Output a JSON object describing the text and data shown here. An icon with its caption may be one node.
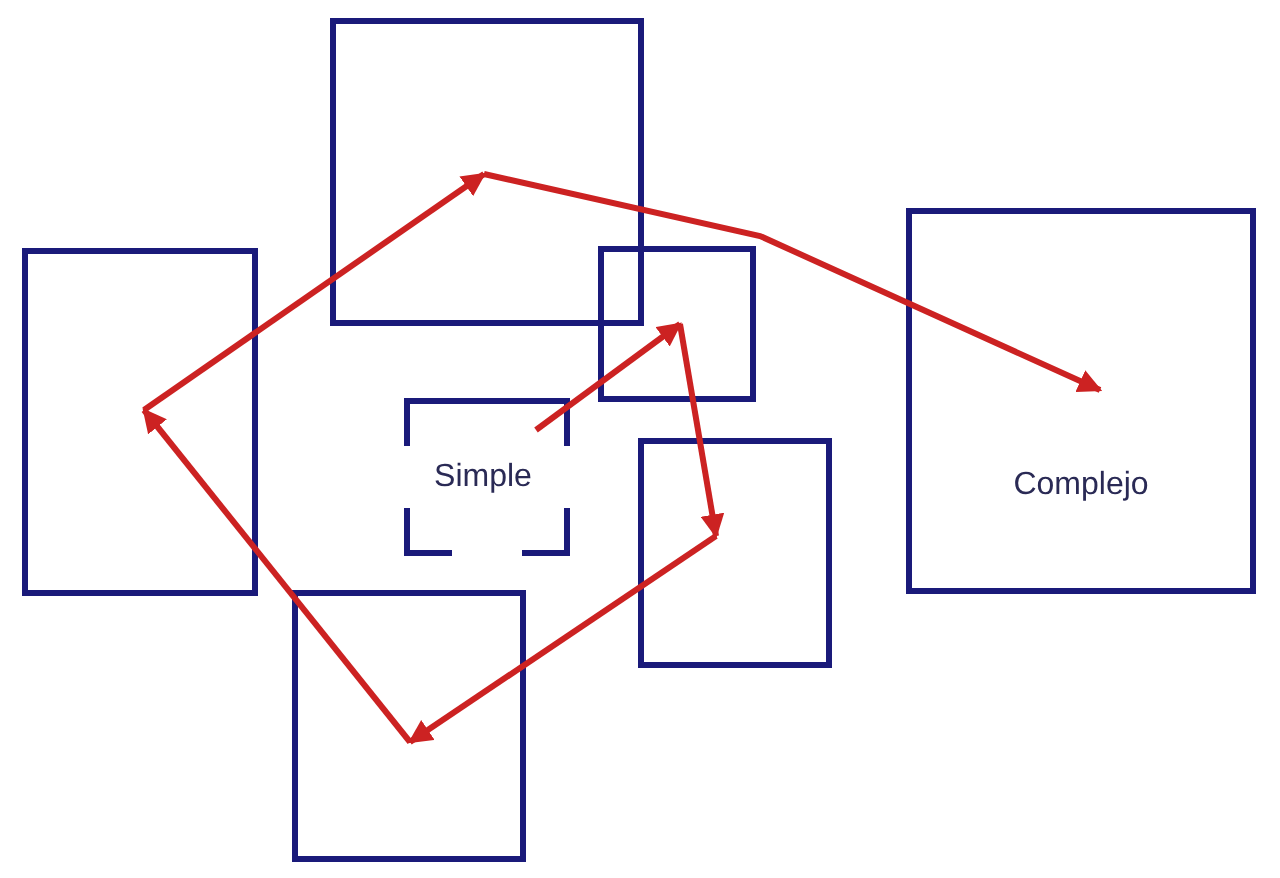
{
  "diagram": {
    "nodes": [
      {
        "text": [],
        "shape": "box"
      },
      {
        "text": [
          "Complejo"
        ]
      },
      {
        "text": [],
        "shape": "box"
      },
      {
        "text": [],
        "shape": "box"
      },
      {
        "text": [
          "Simple"
        ]
      },
      {
        "text": [],
        "shape": "box"
      },
      {
        "text": [],
        "shape": "box"
      }
    ],
    "edges": [
      {
        "from": 4,
        "to": 2,
        "arrow": "to"
      },
      {
        "from": 2,
        "to": 5,
        "arrow": "to"
      },
      {
        "from": 5,
        "to": 6,
        "arrow": "to"
      },
      {
        "from": 6,
        "to": 3,
        "arrow": "to"
      },
      {
        "from": 3,
        "to": 0,
        "arrow": "to"
      },
      {
        "from": 0,
        "to": 1,
        "arrow": "to"
      }
    ]
  }
}
